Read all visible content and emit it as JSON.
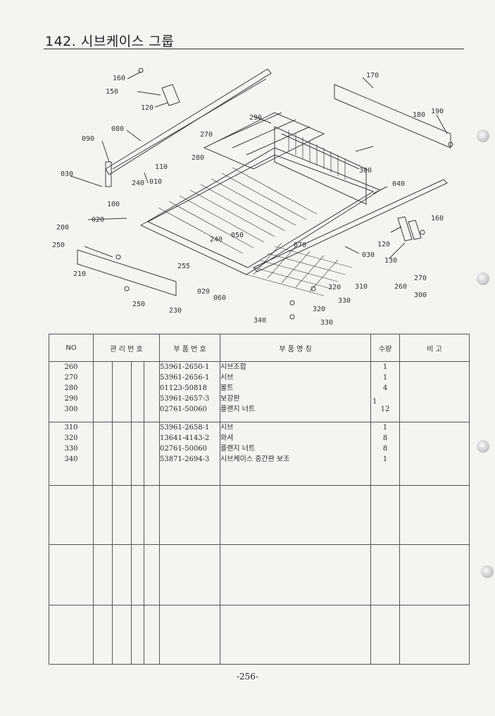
{
  "page": {
    "title": "142. 시브케이스 그룹",
    "page_number": "-256-"
  },
  "diagram": {
    "callouts": [
      "160",
      "150",
      "120",
      "080",
      "090",
      "030",
      "240",
      "110",
      "280",
      "270",
      "290",
      "170",
      "180",
      "190",
      "300",
      "040",
      "010",
      "100",
      "020",
      "200",
      "250",
      "210",
      "240",
      "050",
      "070",
      "255",
      "020",
      "060",
      "030",
      "120",
      "130",
      "160",
      "310",
      "320",
      "330",
      "230",
      "340",
      "320",
      "330",
      "260",
      "270",
      "300",
      "250"
    ]
  },
  "table": {
    "headers": {
      "no": "NO",
      "mgmt": "관 리 번 호",
      "part_no": "부 품 번 호",
      "part_name": "부 품 명 칭",
      "qty": "수량",
      "remark": "비 고"
    },
    "groups": [
      {
        "rows": [
          {
            "no": "260",
            "part_no": "53961-2650-1",
            "name": "시브조합",
            "qty": "1"
          },
          {
            "no": "270",
            "part_no": "53961-2656-1",
            "name": "시브",
            "qty": "1"
          },
          {
            "no": "280",
            "part_no": "01123-50818",
            "name": "볼트",
            "qty": "4"
          },
          {
            "no": "290",
            "part_no": "53961-2657-3",
            "name": "보강판",
            "qty": ""
          },
          {
            "no": "300",
            "part_no": "02761-50060",
            "name": "플랜지 너트",
            "qty": "12"
          }
        ]
      },
      {
        "rows": [
          {
            "no": "310",
            "part_no": "53961-2658-1",
            "name": "시브",
            "qty": "1"
          },
          {
            "no": "320",
            "part_no": "13641-4143-2",
            "name": "와셔",
            "qty": "8"
          },
          {
            "no": "330",
            "part_no": "02761-50060",
            "name": "플랜지 너트",
            "qty": "8"
          },
          {
            "no": "340",
            "part_no": "53871-2694-3",
            "name": "시브케이스 중간판 보조",
            "qty": "1"
          }
        ]
      }
    ],
    "stray_qty": "1"
  }
}
